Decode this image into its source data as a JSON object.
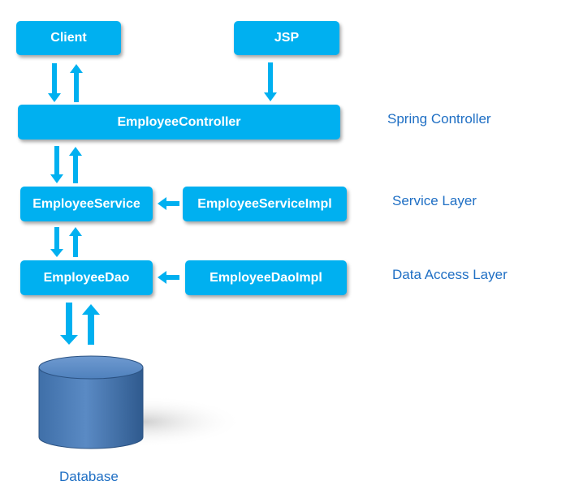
{
  "diagram": {
    "boxes": {
      "client": "Client",
      "jsp": "JSP",
      "controller": "EmployeeController",
      "service": "EmployeeService",
      "service_impl": "EmployeeServiceImpl",
      "dao": "EmployeeDao",
      "dao_impl": "EmployeeDaoImpl"
    },
    "layer_labels": {
      "controller": "Spring Controller",
      "service": "Service Layer",
      "data_access": "Data Access Layer"
    },
    "database_label": "Database",
    "colors": {
      "box_fill": "#00b0f0",
      "box_text": "#ffffff",
      "label_text": "#1f6fc4",
      "database_fill": "#4f81bd"
    }
  }
}
